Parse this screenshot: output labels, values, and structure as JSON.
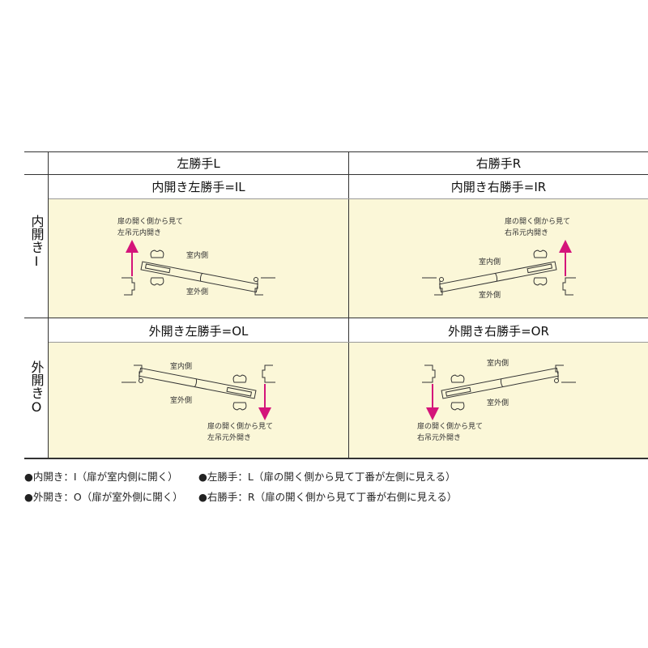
{
  "columns": {
    "left": "左勝手L",
    "right": "右勝手R"
  },
  "rows": {
    "inward": "内開きI",
    "outward": "外開きO"
  },
  "cells": [
    {
      "title": "内開き左勝手=IL",
      "caption1": "扉の開く側から見て",
      "caption2": "左吊元内開き",
      "indoor": "室内側",
      "outdoor": "室外側"
    },
    {
      "title": "内開き右勝手=IR",
      "caption1": "扉の開く側から見て",
      "caption2": "右吊元内開き",
      "indoor": "室内側",
      "outdoor": "室外側"
    },
    {
      "title": "外開き左勝手=OL",
      "caption1": "扉の開く側から見て",
      "caption2": "左吊元外開き",
      "indoor": "室内側",
      "outdoor": "室外側"
    },
    {
      "title": "外開き右勝手=OR",
      "caption1": "扉の開く側から見て",
      "caption2": "右吊元外開き",
      "indoor": "室内側",
      "outdoor": "室外側"
    }
  ],
  "notes": [
    "●内開き：I（扉が室内側に開く）",
    "●左勝手：L（扉の開く側から見て丁番が左側に見える）",
    "●外開き：O（扉が室外側に開く）",
    "●右勝手：R（扉の開く側から見て丁番が右側に見える）"
  ],
  "colors": {
    "panel": "#fbf7d8",
    "arrow": "#d4147a"
  }
}
